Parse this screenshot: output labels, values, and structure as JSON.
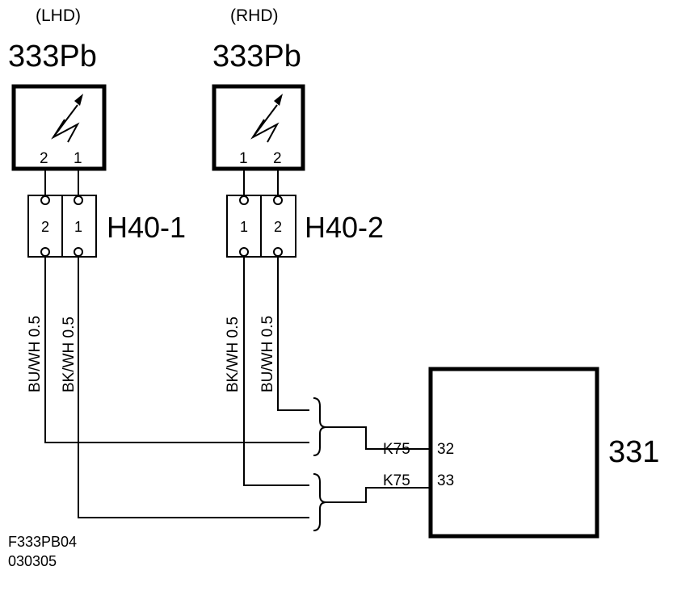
{
  "components": {
    "lhd": {
      "variant": "(LHD)",
      "part": "333Pb"
    },
    "rhd": {
      "variant": "(RHD)",
      "part": "333Pb"
    },
    "module": {
      "part": "331"
    }
  },
  "connectors": {
    "h40_1": {
      "name": "H40-1",
      "left_pin": "2",
      "right_pin": "1"
    },
    "h40_2": {
      "name": "H40-2",
      "left_pin": "1",
      "right_pin": "2"
    }
  },
  "module_pins": [
    {
      "connector": "K75",
      "pin": "32"
    },
    {
      "connector": "K75",
      "pin": "33"
    }
  ],
  "wires": {
    "lhd_pin2": "BU/WH 0.5",
    "lhd_pin1": "BK/WH 0.5",
    "rhd_pin1": "BK/WH 0.5",
    "rhd_pin2": "BU/WH 0.5"
  },
  "footer": {
    "figure_id": "F333PB04",
    "date_code": "030305"
  }
}
